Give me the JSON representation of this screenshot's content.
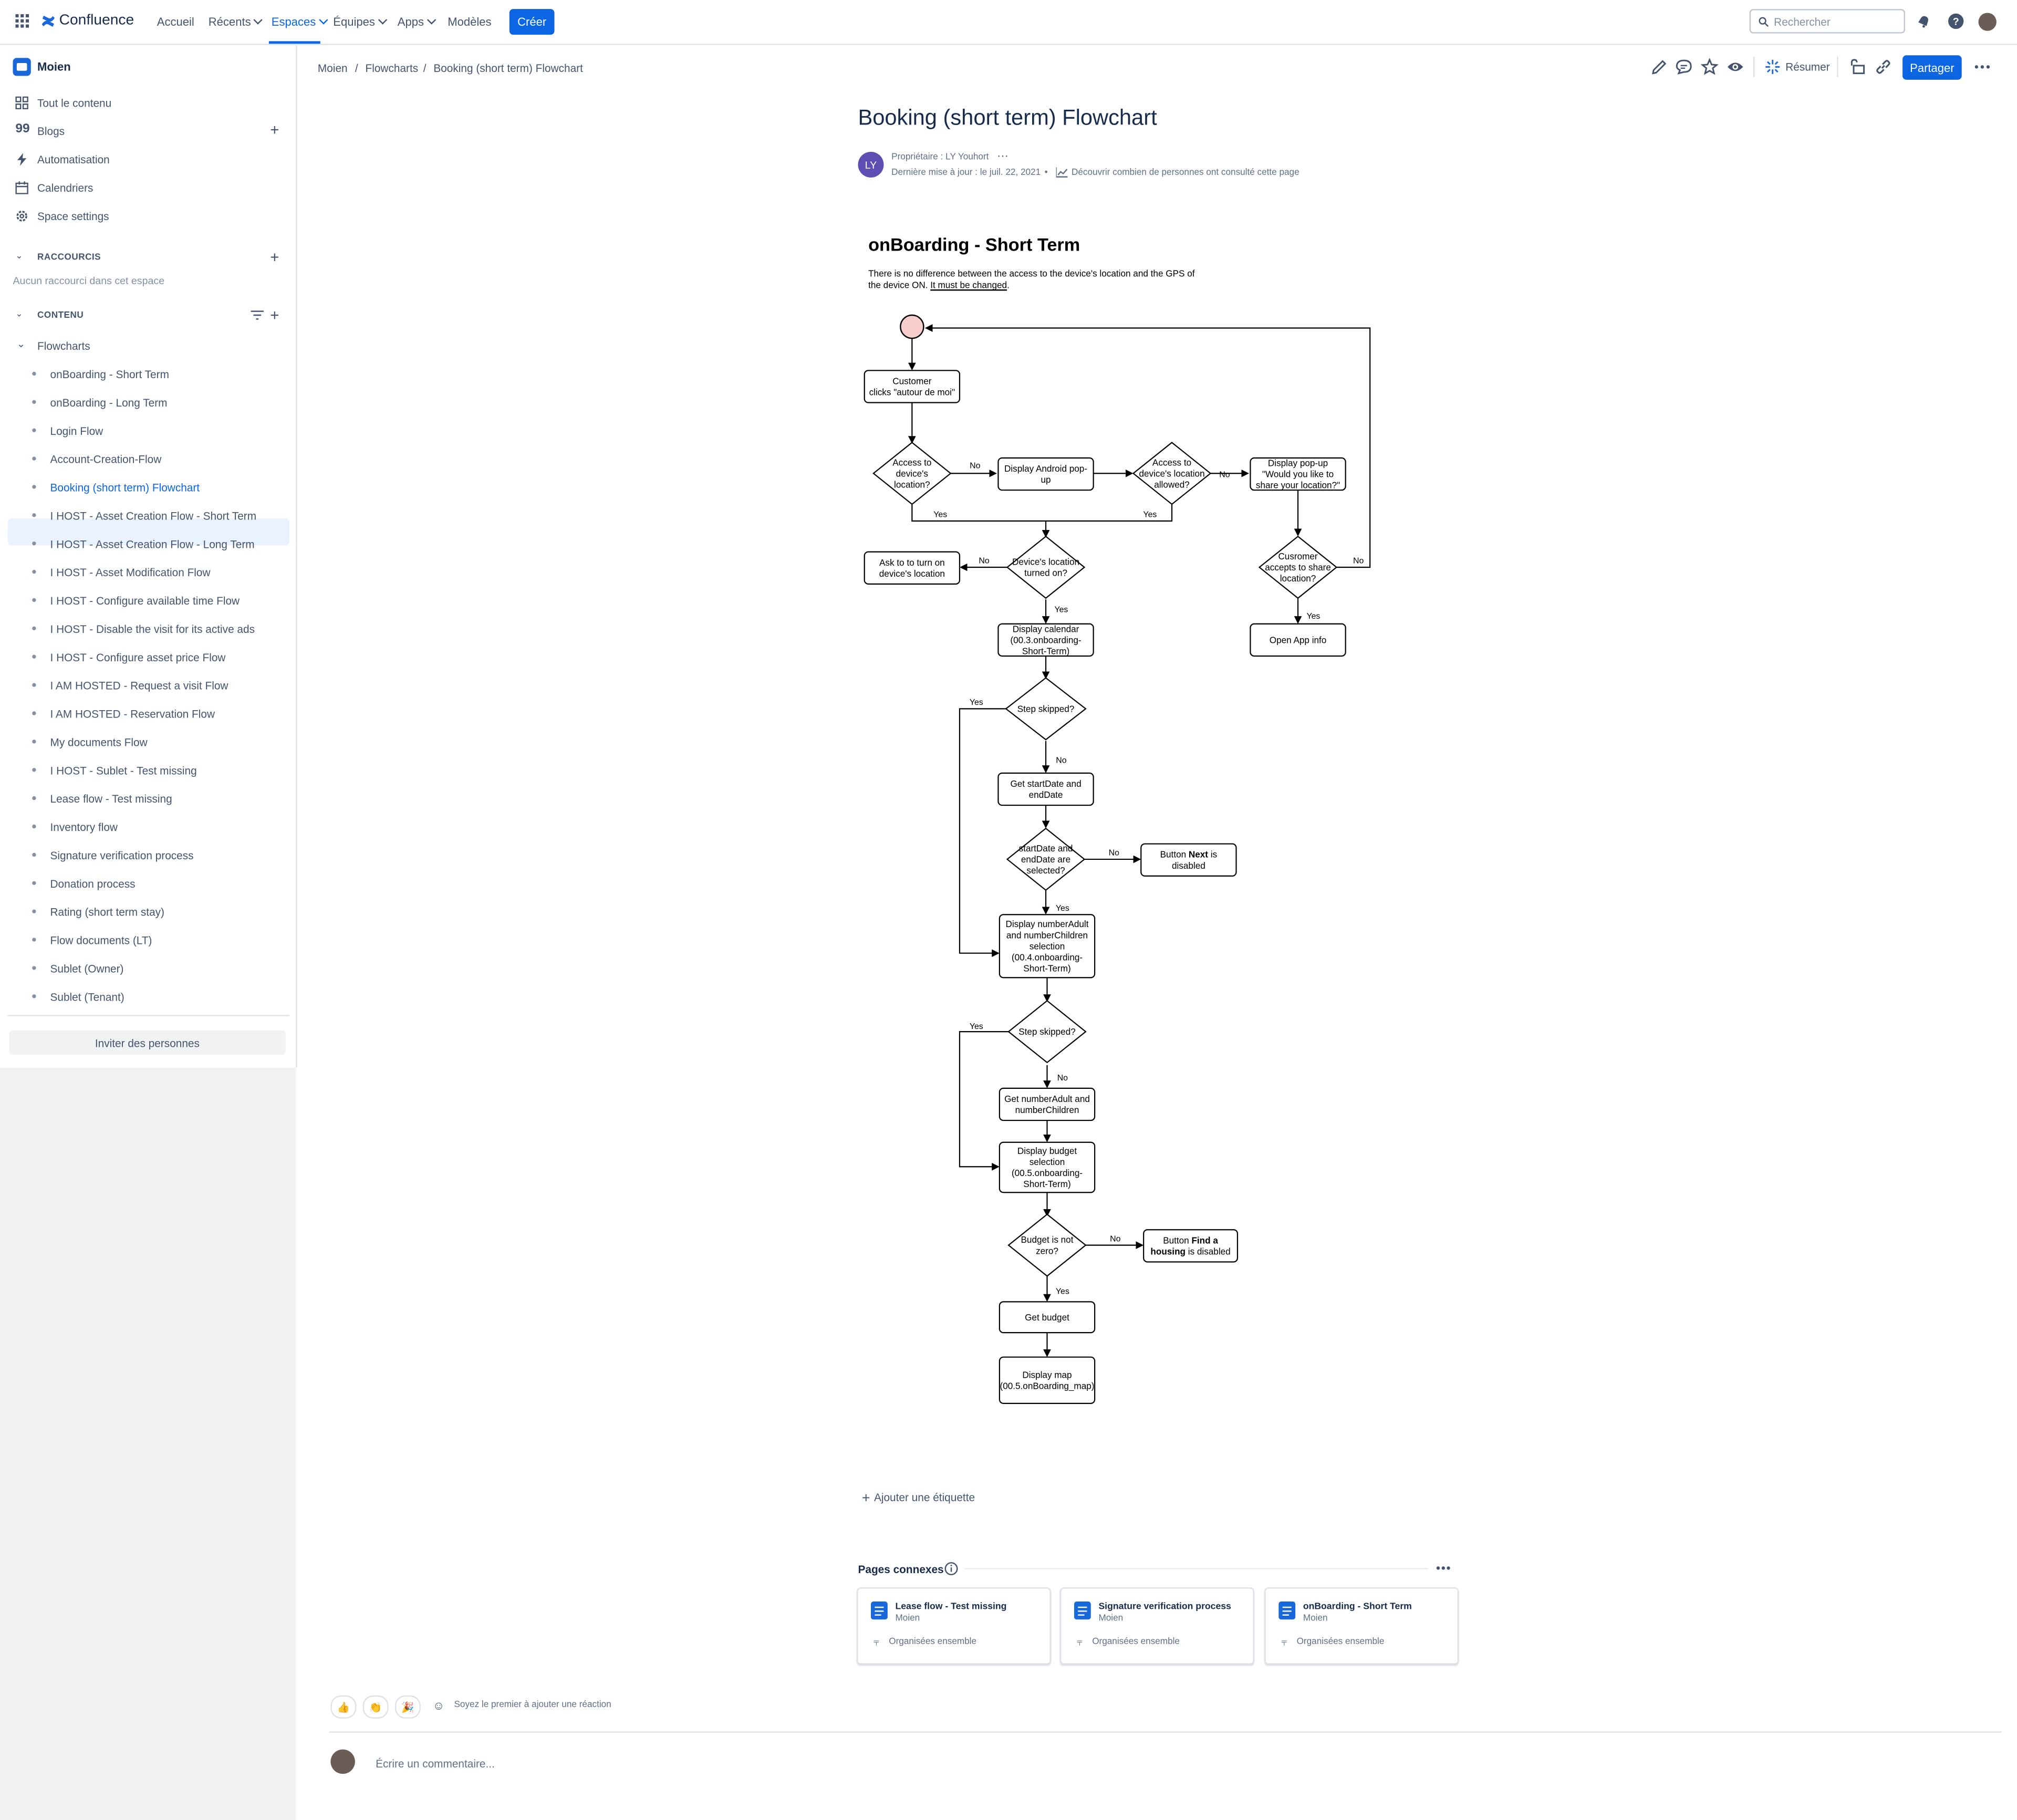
{
  "topnav": {
    "logo": "Confluence",
    "links": [
      "Accueil",
      "Récents",
      "Espaces",
      "Équipes",
      "Apps",
      "Modèles"
    ],
    "create": "Créer",
    "search_placeholder": "Rechercher",
    "icons": [
      "grid-icon",
      "confluence-logo-icon",
      "search-icon",
      "notifications-icon",
      "help-icon",
      "user-avatar"
    ]
  },
  "sidebar": {
    "space_name": "Moien",
    "nav": [
      "Tout le contenu",
      "Blogs",
      "Automatisation",
      "Calendriers",
      "Space settings"
    ],
    "shortcuts_title": "RACCOURCIS",
    "shortcuts_empty": "Aucun raccourci dans cet espace",
    "content_title": "CONTENU",
    "folder": "Flowcharts",
    "pages": [
      "onBoarding - Short Term",
      "onBoarding - Long Term",
      "Login Flow",
      "Account-Creation-Flow",
      "Booking (short term) Flowchart",
      "I HOST - Asset Creation Flow - Short Term",
      "I HOST - Asset Creation Flow - Long Term",
      "I HOST - Asset Modification Flow",
      "I HOST - Configure available time Flow",
      "I HOST - Disable the visit for its active ads",
      "I HOST - Configure asset price Flow",
      "I AM HOSTED - Request a visit Flow",
      "I AM HOSTED - Reservation Flow",
      "My documents Flow",
      "I HOST - Sublet - Test missing",
      "Lease flow - Test missing",
      "Inventory flow",
      "Signature verification process",
      "Donation process",
      "Rating (short term stay)",
      "Flow documents (LT)",
      "Sublet (Owner)",
      "Sublet (Tenant)"
    ],
    "selected_page": "Booking (short term) Flowchart",
    "invite": "Inviter des personnes"
  },
  "breadcrumb": [
    "Moien",
    "Flowcharts",
    "Booking (short term) Flowchart"
  ],
  "toolbar": {
    "summarize": "Résumer",
    "share": "Partager",
    "icons": [
      "edit-icon",
      "comment-icon",
      "star-icon",
      "watch-icon",
      "ai-sparkle-icon",
      "restrictions-icon",
      "link-icon",
      "more-icon"
    ]
  },
  "page": {
    "title": "Booking (short term) Flowchart",
    "owner_initials": "LY",
    "owner": "Propriétaire : LY Youhort",
    "updated": "Dernière mise à jour : le juil. 22, 2021",
    "analytics": "Découvrir combien de personnes ont consulté cette page"
  },
  "flowchart": {
    "title": "onBoarding - Short Term",
    "note_prefix": "There is no difference between the access to the device's location and the GPS of the device ON. ",
    "note_link": "It must be changed",
    "note_suffix": ".",
    "nodes": {
      "customer_clicks": [
        "Customer",
        "clicks \"autour de moi\""
      ],
      "access_location": [
        "Access to",
        "device's",
        "location?"
      ],
      "display_android": [
        "Display Android pop-",
        "up"
      ],
      "access_allowed": [
        "Access to",
        "device's location",
        "allowed?"
      ],
      "display_popup": [
        "Display pop-up",
        "\"Would you like to",
        "share your location?\""
      ],
      "ask_turn_on": [
        "Ask to to turn on",
        "device's location"
      ],
      "location_on": [
        "Device's location",
        "turned on?"
      ],
      "customer_accepts": [
        "Cusromer",
        "accepts to share",
        "location?"
      ],
      "display_calendar": [
        "Display calendar",
        "(00.3.onboarding-",
        "Short-Term)"
      ],
      "open_app_info": [
        "Open App info"
      ],
      "step_skipped_1": [
        "Step skipped?"
      ],
      "get_dates": [
        "Get startDate and",
        "endDate"
      ],
      "dates_selected": [
        "startDate and",
        "endDate are",
        "selected?"
      ],
      "next_disabled": [
        "Button Next is",
        "disabled"
      ],
      "display_number": [
        "Display numberAdult",
        "and numberChildren",
        "selection",
        "(00.4.onboarding-",
        "Short-Term)"
      ],
      "step_skipped_2": [
        "Step skipped?"
      ],
      "get_number": [
        "Get numberAdult and",
        "numberChildren"
      ],
      "display_budget": [
        "Display budget",
        "selection",
        "(00.5.onboarding-",
        "Short-Term)"
      ],
      "budget_not_zero": [
        "Budget is not",
        "zero?"
      ],
      "find_housing_disabled": [
        "Button Find a",
        "housing is disabled"
      ],
      "get_budget": [
        "Get budget"
      ],
      "display_map": [
        "Display map",
        "(00.5.onBoarding_map)"
      ]
    },
    "edge_labels": {
      "yes": "Yes",
      "no": "No"
    }
  },
  "add_label": "Ajouter une étiquette",
  "related": {
    "title": "Pages connexes",
    "cards": [
      {
        "title": "Lease flow - Test missing",
        "space": "Moien",
        "org": "Organisées ensemble"
      },
      {
        "title": "Signature verification process",
        "space": "Moien",
        "org": "Organisées ensemble"
      },
      {
        "title": "onBoarding - Short Term",
        "space": "Moien",
        "org": "Organisées ensemble"
      }
    ]
  },
  "reactions": {
    "emojis": [
      "👍",
      "👏",
      "🎉",
      "☺"
    ],
    "text": "Soyez le premier à ajouter une réaction"
  },
  "comment_placeholder": "Écrire un commentaire...",
  "colors": {
    "accent": "#0c66e4",
    "selected_bg": "#e9f2ff",
    "start_node": "#f8cecc",
    "owner_avatar": "#5e4db2"
  }
}
